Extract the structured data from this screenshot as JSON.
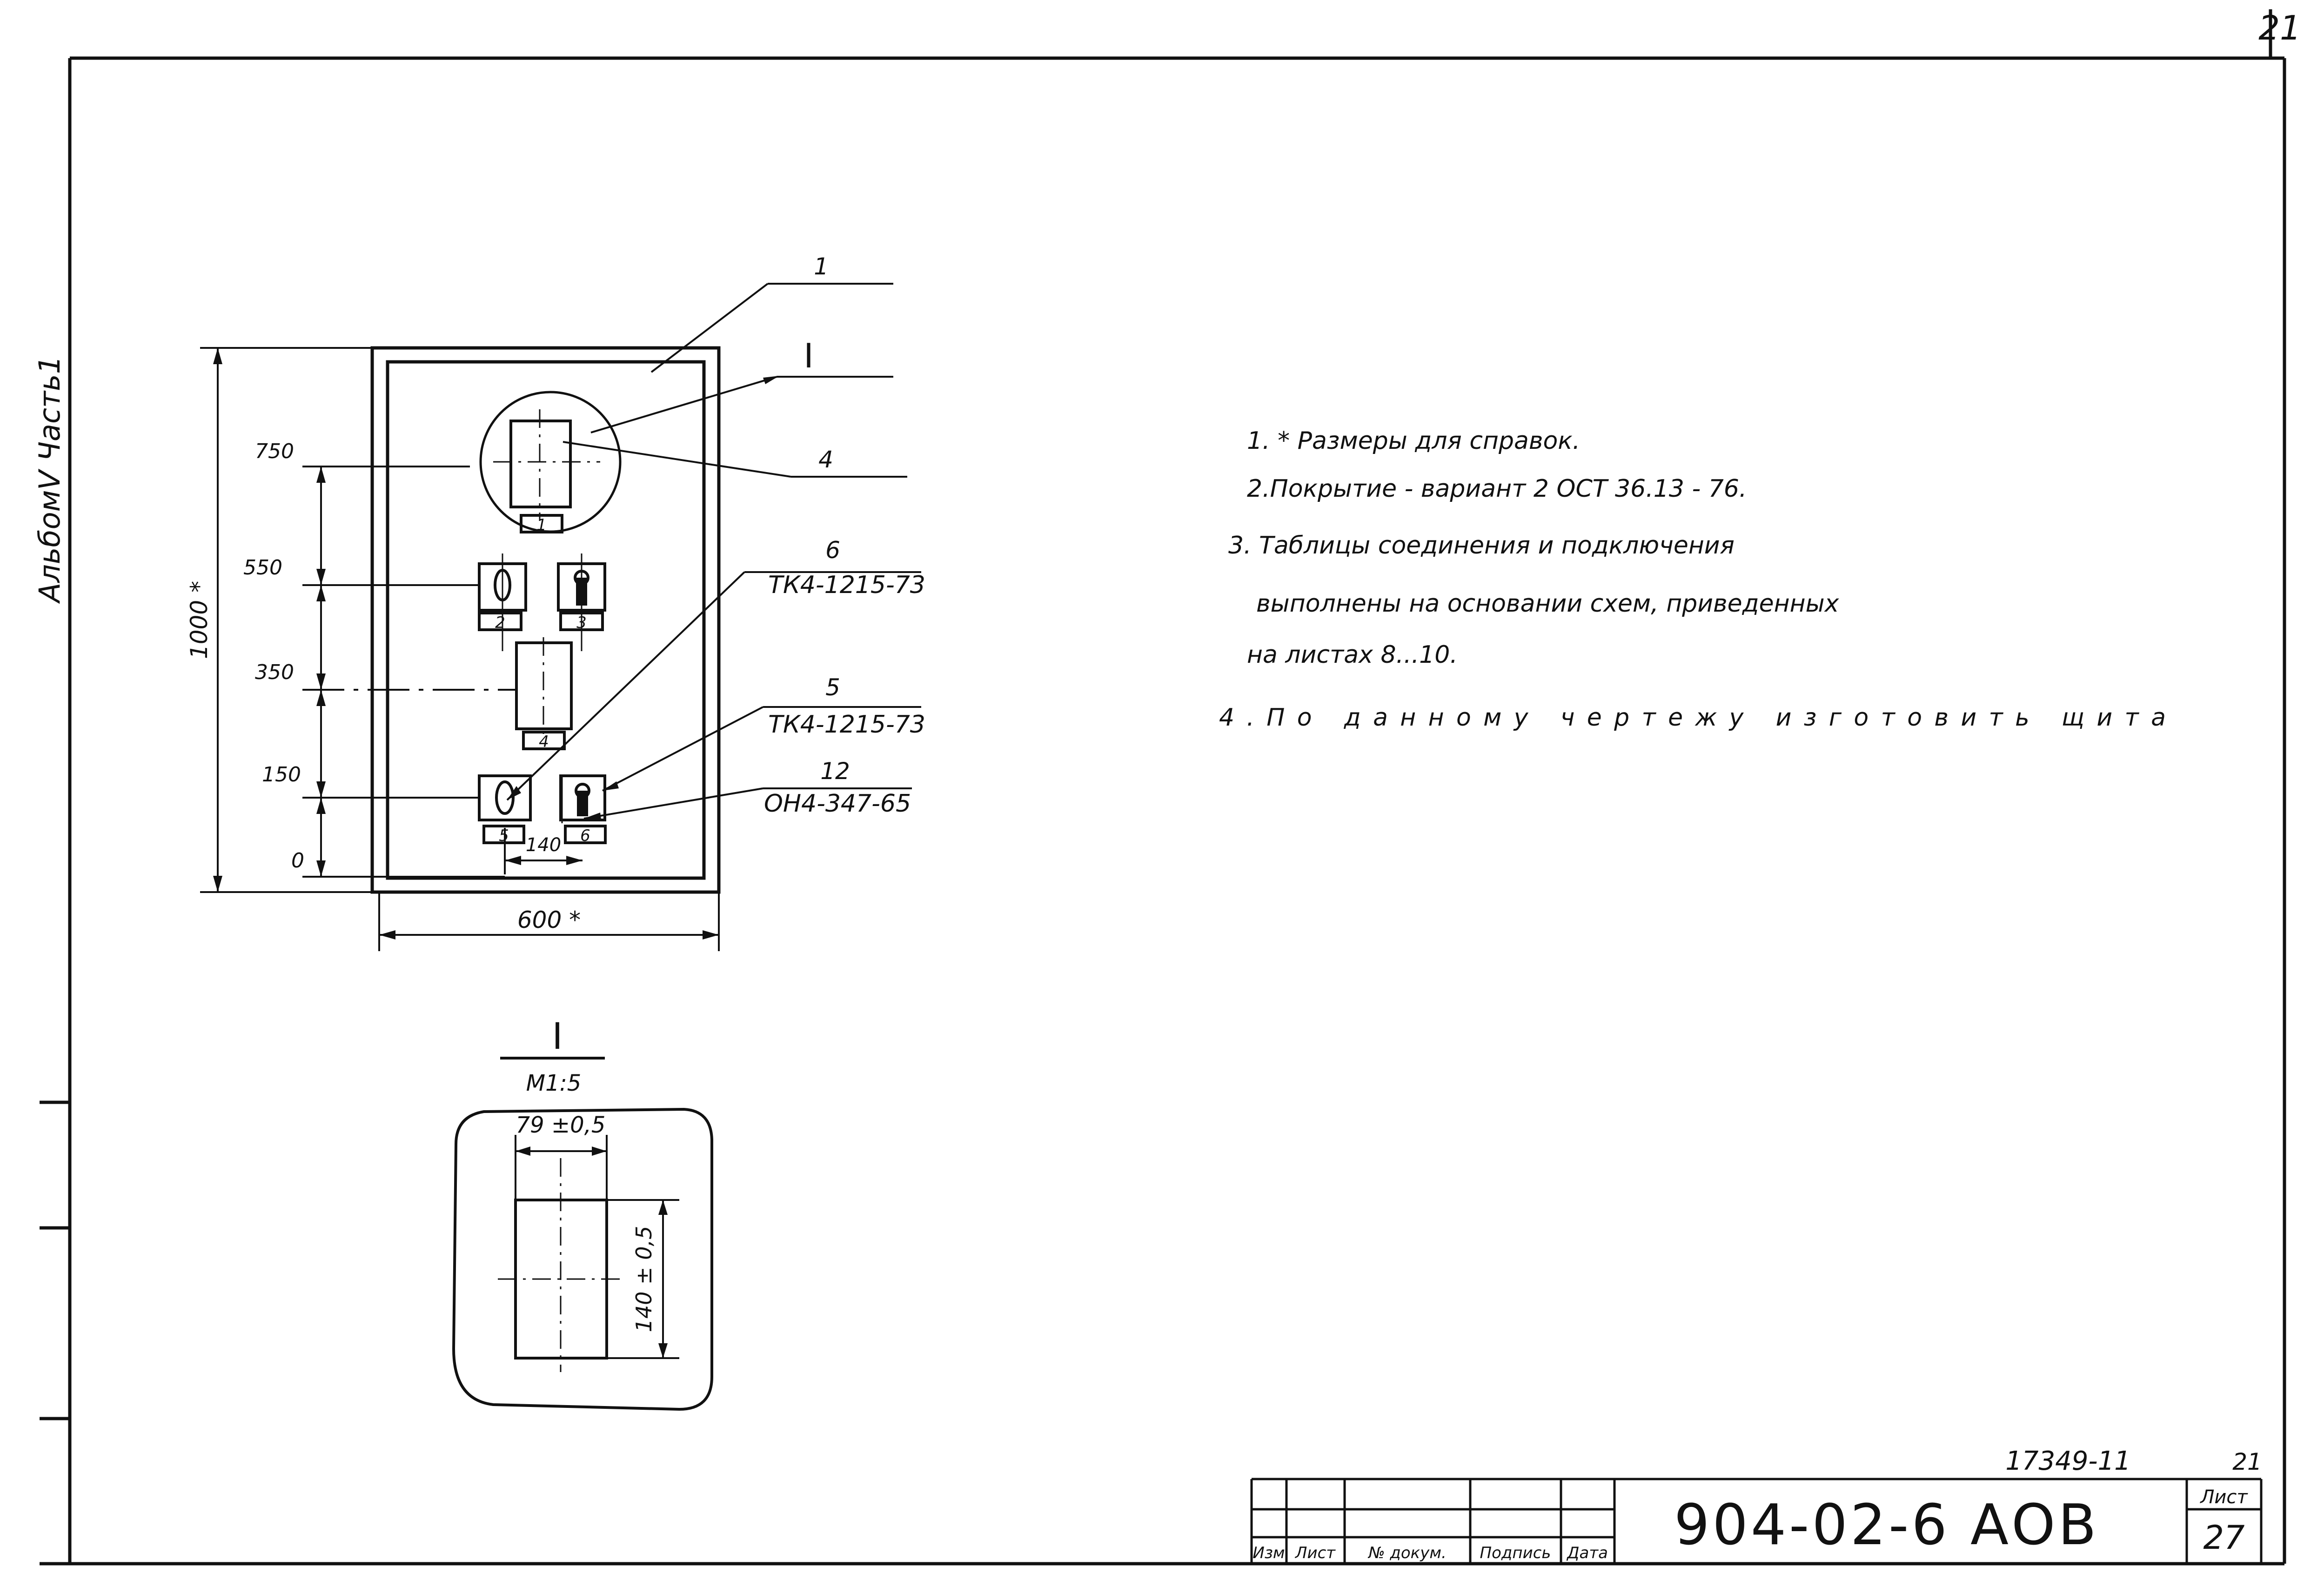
{
  "sheet": {
    "corner_page": "21",
    "side_label": "АльбомV Часть1",
    "notes": [
      "1. * Размеры для справок.",
      "2.Покрытие - вариант 2 ОСТ 36.13 - 76.",
      "3. Таблицы соединения и подключения",
      "выполнены на основании схем, приведенных",
      "на листах 8...10.",
      "4.По данному чертежу изготовить щита"
    ]
  },
  "drawing": {
    "callouts": {
      "c1": "1",
      "cI": "I",
      "c4": "4",
      "c6": "6",
      "c6_part": "ТК4-1215-73",
      "c5": "5",
      "c5_part": "ТК4-1215-73",
      "c12": "12",
      "c12_part": "ОН4-347-65"
    },
    "elevations": {
      "e750": "750",
      "e550": "550",
      "e350": "350",
      "e150": "150",
      "e0": "0"
    },
    "dims": {
      "height": "1000 *",
      "width": "600 *",
      "spacing": "140"
    },
    "tags": [
      "1",
      "2",
      "3",
      "4",
      "5",
      "6"
    ]
  },
  "detail": {
    "title": "I",
    "scale": "М1:5",
    "width_dim": "79 ±0,5",
    "height_dim": "140 ± 0,5"
  },
  "title_block": {
    "doc_code": "904-02-6 АОВ",
    "inv_number": "17349-11",
    "small_number": "21",
    "sheet_label": "Лист",
    "sheet_number": "27",
    "col_izm": "Изм",
    "col_list": "Лист",
    "col_doc": "№ докум.",
    "col_sign": "Подпись",
    "col_date": "Дата"
  }
}
